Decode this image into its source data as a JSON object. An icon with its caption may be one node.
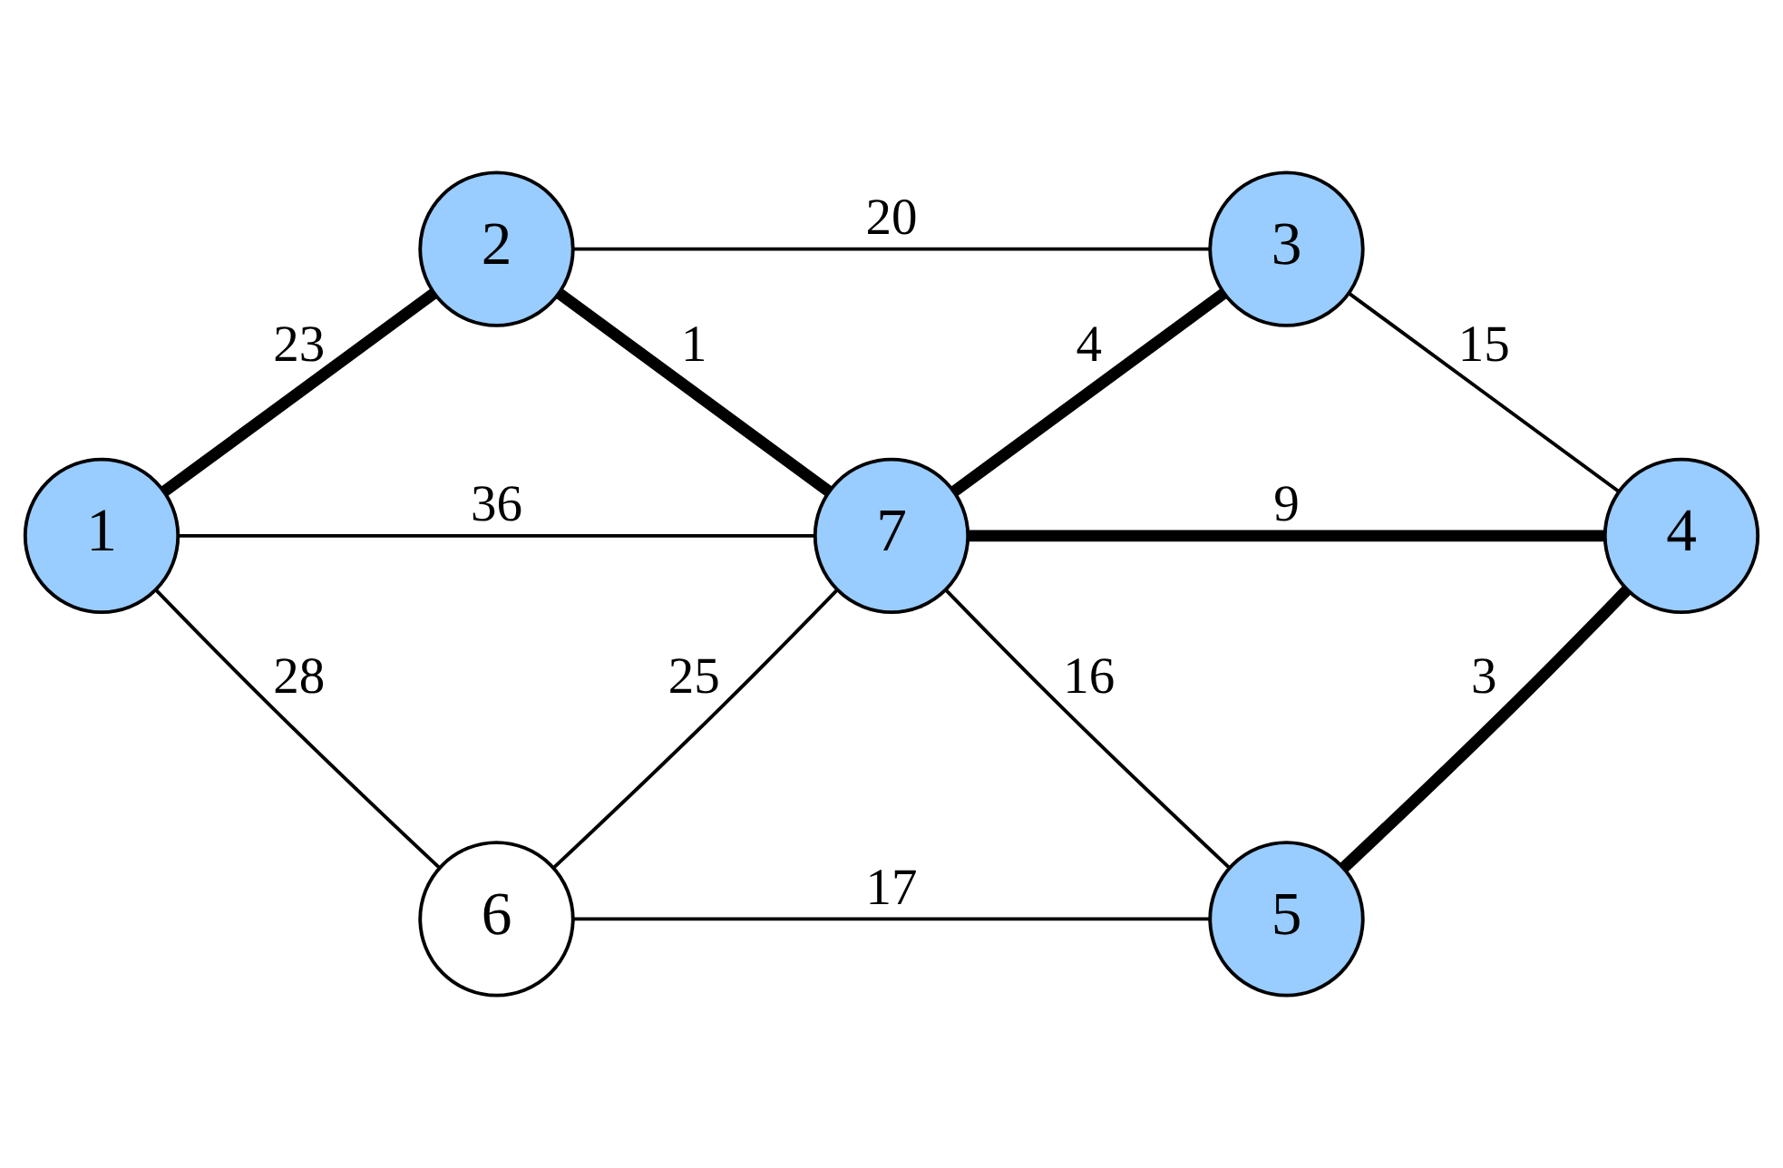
{
  "diagram": {
    "nodes": [
      {
        "text": [
          "1"
        ]
      },
      {
        "text": [
          "2"
        ]
      },
      {
        "text": [
          "3"
        ]
      },
      {
        "text": [
          "4"
        ]
      },
      {
        "text": [
          "5"
        ]
      },
      {
        "text": [
          "6"
        ]
      },
      {
        "text": [
          "7"
        ]
      }
    ],
    "edges": [
      {
        "from": 0,
        "to": 1,
        "arrow": "none",
        "label": "23",
        "style": "thick"
      },
      {
        "from": 1,
        "to": 2,
        "arrow": "none",
        "label": "20"
      },
      {
        "from": 1,
        "to": 6,
        "arrow": "none",
        "label": "1",
        "style": "thick"
      },
      {
        "from": 6,
        "to": 2,
        "arrow": "none",
        "label": "4",
        "style": "thick"
      },
      {
        "from": 2,
        "to": 3,
        "arrow": "none",
        "label": "15"
      },
      {
        "from": 0,
        "to": 6,
        "arrow": "none",
        "label": "36"
      },
      {
        "from": 6,
        "to": 3,
        "arrow": "none",
        "label": "9",
        "style": "thick"
      },
      {
        "from": 0,
        "to": 5,
        "arrow": "none",
        "label": "28"
      },
      {
        "from": 5,
        "to": 6,
        "arrow": "none",
        "label": "25"
      },
      {
        "from": 6,
        "to": 4,
        "arrow": "none",
        "label": "16"
      },
      {
        "from": 3,
        "to": 4,
        "arrow": "none",
        "label": "3",
        "style": "thick"
      },
      {
        "from": 5,
        "to": 4,
        "arrow": "none",
        "label": "17"
      }
    ]
  }
}
